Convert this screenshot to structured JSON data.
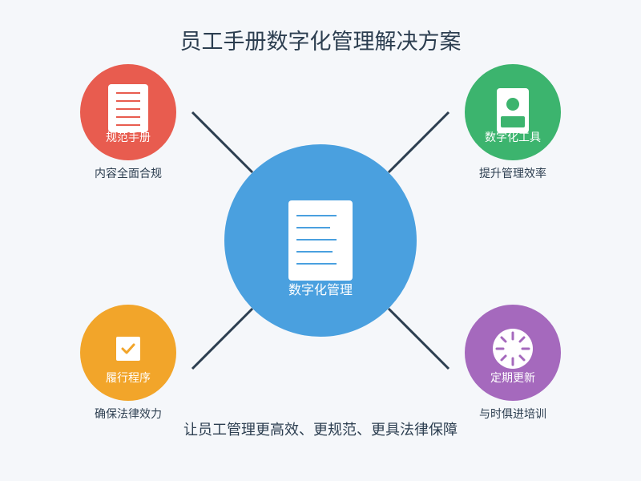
{
  "title": "员工手册数字化管理解决方案",
  "center": {
    "label": "数字化管理",
    "color": "#4aa0df"
  },
  "nodes": {
    "top_left": {
      "label": "规范手册",
      "caption": "内容全面合规",
      "color": "#e85c4f",
      "icon": "document-icon"
    },
    "top_right": {
      "label": "数字化工具",
      "caption": "提升管理效率",
      "color": "#3cb46e",
      "icon": "id-card-icon"
    },
    "bottom_left": {
      "label": "履行程序",
      "caption": "确保法律效力",
      "color": "#f2a52a",
      "icon": "checkbox-icon"
    },
    "bottom_right": {
      "label": "定期更新",
      "caption": "与时俱进培训",
      "color": "#a569bd",
      "icon": "loading-spinner-icon"
    }
  },
  "footer": "让员工管理更高效、更规范、更具法律保障",
  "connector_color": "#2c3e50"
}
